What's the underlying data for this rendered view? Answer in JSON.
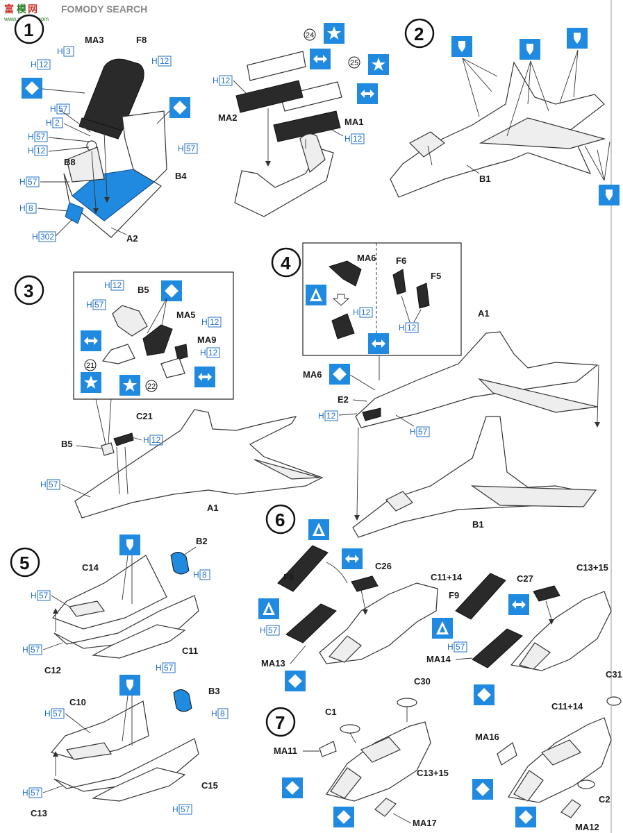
{
  "watermark": {
    "text": "FOMODY SEARCH",
    "site": "www.shoushi.com"
  },
  "colors": {
    "instruction_blue": "#1f8ae0",
    "paint_code": "#1f6fc5",
    "line": "#333333"
  },
  "icons": {
    "diamond": "marking-diamond-icon",
    "star": "star-decal-icon",
    "arrows": "double-arrow-icon",
    "drop": "drill-hole-icon",
    "triangle": "triangle-marking-icon"
  },
  "steps": {
    "s1": {
      "num": "1",
      "labels": [
        "MA3",
        "F8",
        "H",
        "3",
        "H",
        "12",
        "H",
        "12",
        "H",
        "57",
        "H",
        "2",
        "H",
        "57",
        "H",
        "12",
        "B8",
        "B4",
        "H",
        "57",
        "H",
        "57",
        "H",
        "8",
        "H",
        "302",
        "A2"
      ]
    },
    "s1b": {
      "labels": [
        "24",
        "25",
        "H",
        "12",
        "MA2",
        "MA1",
        "H",
        "12"
      ]
    },
    "s2": {
      "num": "2",
      "labels": [
        "B1"
      ]
    },
    "s3": {
      "num": "3",
      "labels": [
        "H",
        "12",
        "B5",
        "H",
        "57",
        "MA5",
        "H",
        "12",
        "MA9",
        "H",
        "12",
        "21",
        "22",
        "C21",
        "H",
        "12",
        "B5",
        "H",
        "57",
        "A1"
      ]
    },
    "s4": {
      "num": "4",
      "labels": [
        "MA6",
        "H",
        "12",
        "F6",
        "F5",
        "H",
        "12",
        "A1",
        "MA6",
        "E2",
        "H",
        "12",
        "H",
        "57",
        "B1"
      ]
    },
    "s5": {
      "num": "5",
      "labels": [
        "B2",
        "C14",
        "H",
        "8",
        "H",
        "57",
        "H",
        "57",
        "C12",
        "C11",
        "H",
        "57",
        "B3",
        "C10",
        "H",
        "57",
        "H",
        "8",
        "H",
        "57",
        "C13",
        "C15",
        "H",
        "57"
      ]
    },
    "s6": {
      "num": "6",
      "labels": [
        "F9",
        "C26",
        "C11+14",
        "C27",
        "C13+15",
        "H",
        "57",
        "MA13",
        "F9",
        "H",
        "57",
        "MA14"
      ]
    },
    "s7": {
      "num": "7",
      "labels": [
        "C30",
        "C1",
        "MA11",
        "C13+15",
        "MA17",
        "C31",
        "C11+14",
        "MA16",
        "C2",
        "MA12"
      ]
    }
  }
}
